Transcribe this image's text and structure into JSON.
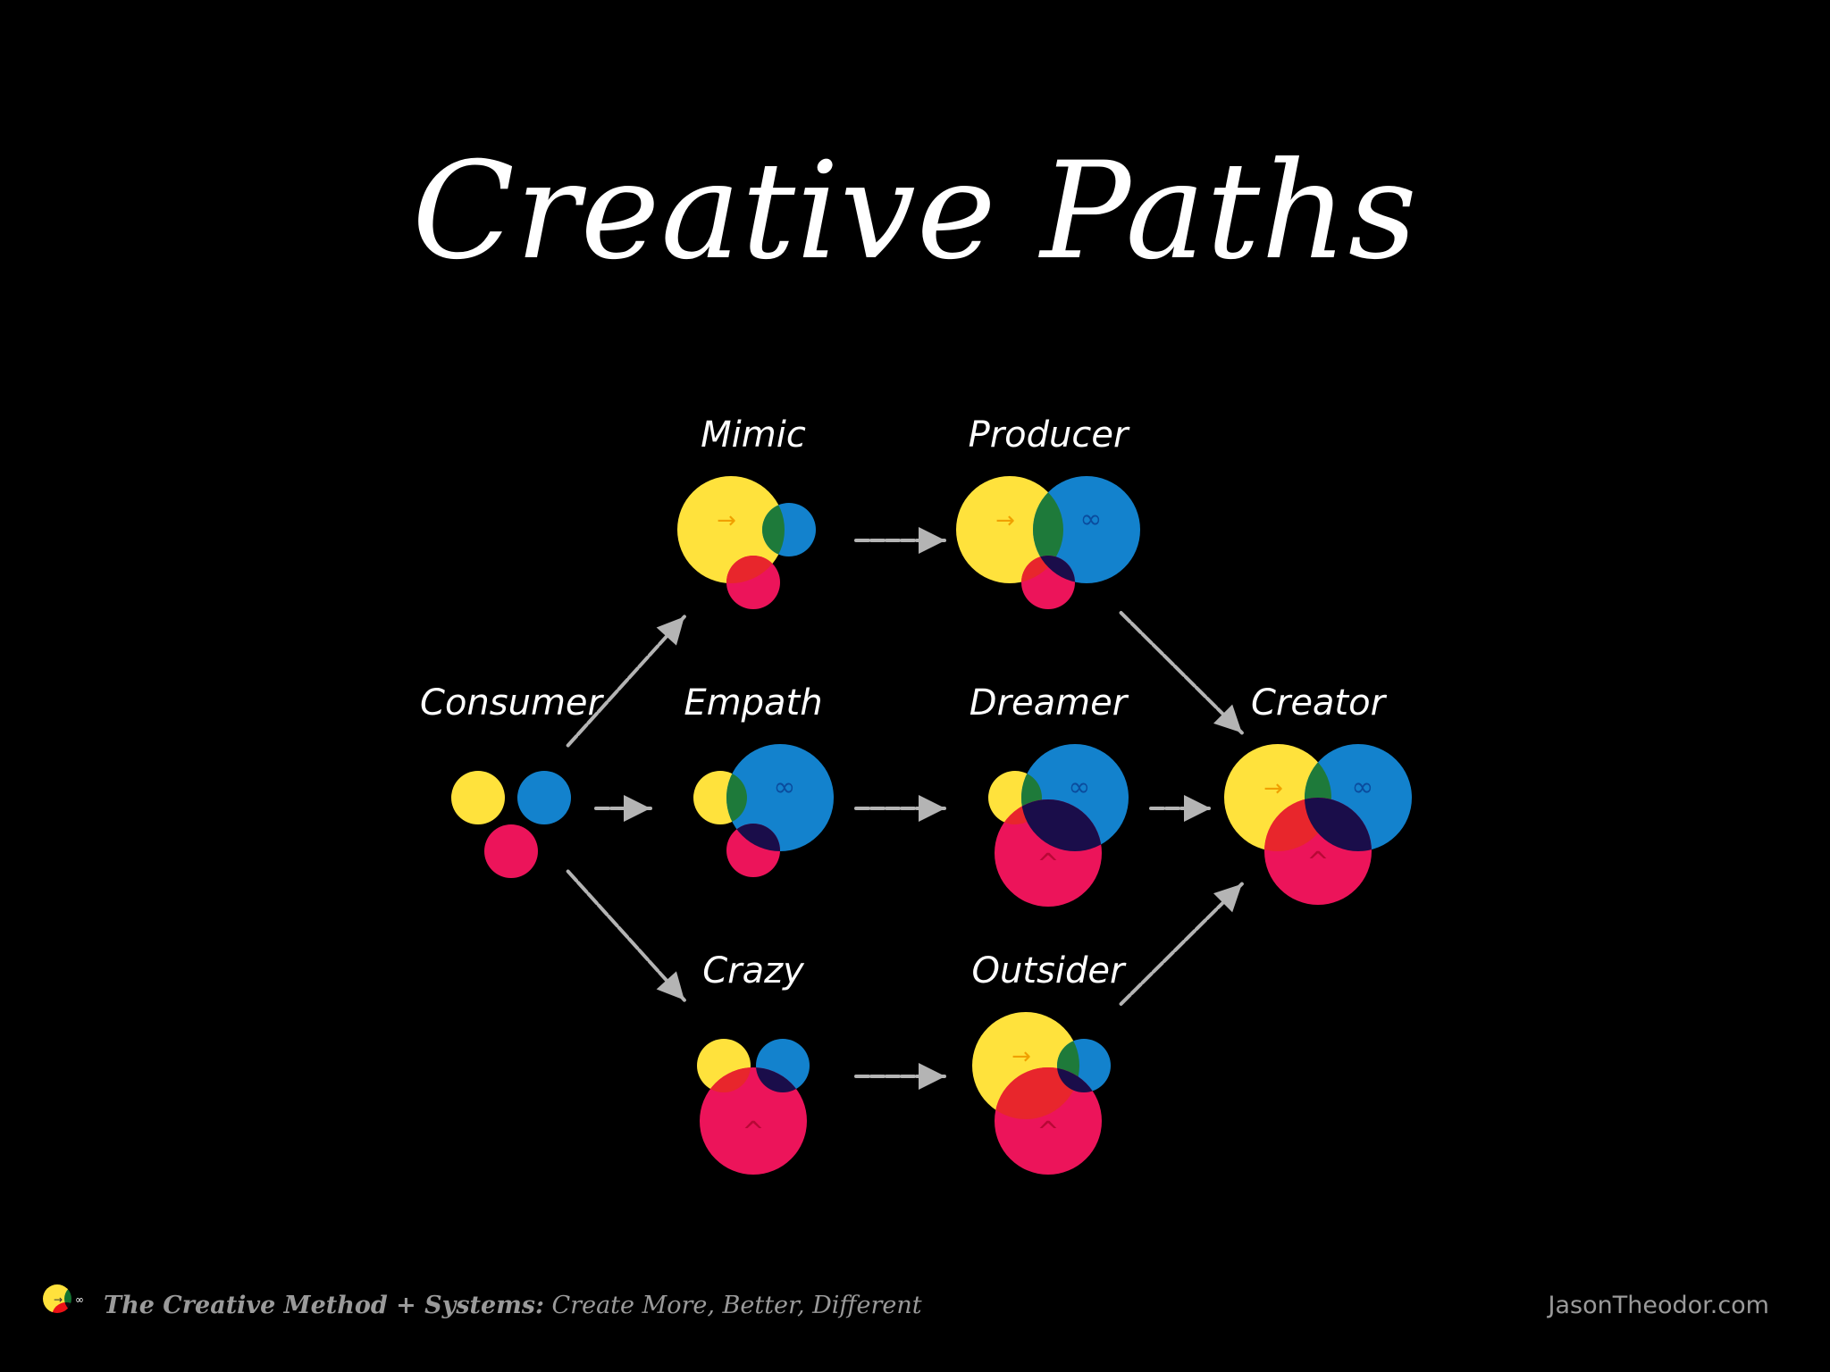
{
  "title": "Creative Paths",
  "footer": {
    "series_bold": "The Creative Method + Systems:",
    "series_subtitle": " Create More, Better, Different",
    "site": "JasonTheodor.com"
  },
  "colors": {
    "background": "#000000",
    "yellow": "#ffe23c",
    "blue": "#1382cd",
    "pink": "#ec145a",
    "yellow_blue_overlap": "#1e7a3a",
    "blue_pink_overlap": "#1a0d4a",
    "yellow_pink_overlap": "#e8262c",
    "all_overlap": "#140c24",
    "arrow": "#b4b4b4",
    "symbol_arrow": "#f0a000",
    "symbol_infinity": "#0a4c9e",
    "symbol_arch": "#b80836"
  },
  "symbols": {
    "yellow": "→",
    "blue": "∞",
    "pink": "^"
  },
  "nodes": [
    {
      "id": "consumer",
      "label": "Consumer",
      "yellow": "small",
      "blue": "small",
      "pink": "small"
    },
    {
      "id": "mimic",
      "label": "Mimic",
      "yellow": "large",
      "blue": "small",
      "pink": "small"
    },
    {
      "id": "empath",
      "label": "Empath",
      "yellow": "small",
      "blue": "large",
      "pink": "small"
    },
    {
      "id": "crazy",
      "label": "Crazy",
      "yellow": "small",
      "blue": "small",
      "pink": "large"
    },
    {
      "id": "producer",
      "label": "Producer",
      "yellow": "large",
      "blue": "large",
      "pink": "small"
    },
    {
      "id": "dreamer",
      "label": "Dreamer",
      "yellow": "small",
      "blue": "large",
      "pink": "large"
    },
    {
      "id": "outsider",
      "label": "Outsider",
      "yellow": "large",
      "blue": "small",
      "pink": "large"
    },
    {
      "id": "creator",
      "label": "Creator",
      "yellow": "large",
      "blue": "large",
      "pink": "large"
    }
  ],
  "edges": [
    {
      "from": "consumer",
      "to": "mimic"
    },
    {
      "from": "consumer",
      "to": "empath"
    },
    {
      "from": "consumer",
      "to": "crazy"
    },
    {
      "from": "mimic",
      "to": "producer"
    },
    {
      "from": "empath",
      "to": "dreamer"
    },
    {
      "from": "crazy",
      "to": "outsider"
    },
    {
      "from": "producer",
      "to": "creator"
    },
    {
      "from": "dreamer",
      "to": "creator"
    },
    {
      "from": "outsider",
      "to": "creator"
    }
  ]
}
